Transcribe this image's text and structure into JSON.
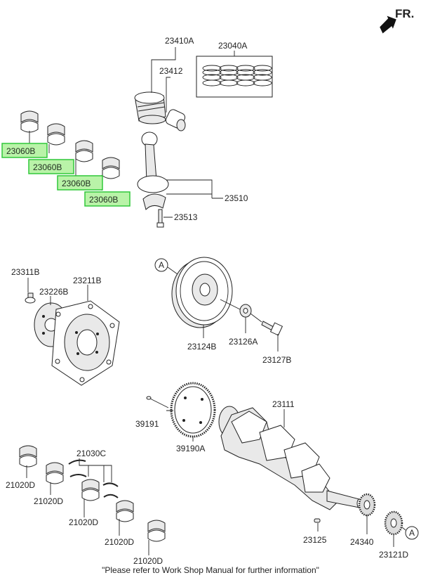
{
  "orientation": {
    "label": "FR."
  },
  "parts": {
    "p23410A": "23410A",
    "p23412": "23412",
    "p23040A": "23040A",
    "p23060B_1": "23060B",
    "p23060B_2": "23060B",
    "p23060B_3": "23060B",
    "p23060B_4": "23060B",
    "p23510": "23510",
    "p23513": "23513",
    "p23311B": "23311B",
    "p23226B": "23226B",
    "p23211B": "23211B",
    "p23124B": "23124B",
    "p23126A": "23126A",
    "p23127B": "23127B",
    "p39191": "39191",
    "p39190A": "39190A",
    "p23111": "23111",
    "p21030C": "21030C",
    "p21020D_1": "21020D",
    "p21020D_2": "21020D",
    "p21020D_3": "21020D",
    "p21020D_4": "21020D",
    "p21020D_5": "21020D",
    "p23125": "23125",
    "p24340": "24340",
    "p23121D": "23121D"
  },
  "ref_marks": {
    "a1": "A",
    "a2": "A"
  },
  "footer_note": "\"Please refer to Work Shop Manual for further information\"",
  "highlight_color": "#b9f3a8"
}
